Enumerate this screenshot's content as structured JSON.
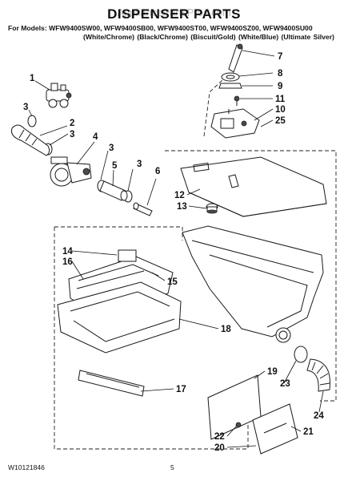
{
  "header": {
    "title": "DISPENSER PARTS",
    "watermark": "AppliancePartsPros.com",
    "models_line": "For Models: WFW9400SW00, WFW9400SB00, WFW9400ST00, WFW9400SZ00, WFW9400SU00",
    "colors_line": "(White/Chrome)  (Black/Chrome)  (Biscuit/Gold)    (White/Blue)  (Ultimate Silver)"
  },
  "callouts": [
    "1",
    "2",
    "3",
    "4",
    "3",
    "5",
    "3",
    "6",
    "7",
    "8",
    "9",
    "11",
    "10",
    "25",
    "12",
    "13",
    "14",
    "16",
    "15",
    "18",
    "17",
    "19",
    "23",
    "24",
    "21",
    "22",
    "20"
  ],
  "footer": {
    "doc_number": "W10121846",
    "page_number": "5"
  }
}
